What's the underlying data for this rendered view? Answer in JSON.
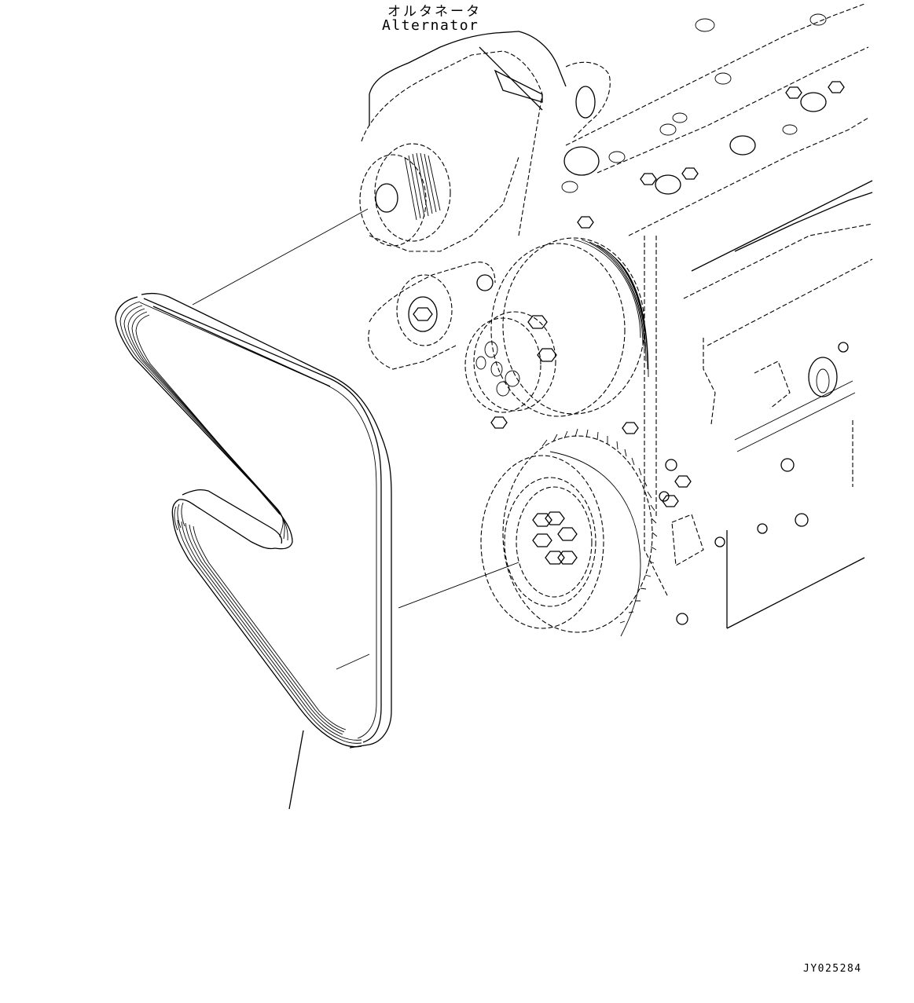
{
  "diagram": {
    "type": "exploded parts illustration (line drawing)",
    "subject": "Engine front with poly-V drive belt routing",
    "callouts": {
      "alternator": {
        "label_jp": "オルタネータ",
        "label_en": "Alternator"
      }
    },
    "parts": [
      {
        "id": "drive-belt",
        "description": "Poly-V (6-rib) fan/alternator drive belt, shown removed"
      },
      {
        "id": "alternator",
        "description": "Alternator with ribbed pulley, upper left"
      },
      {
        "id": "belt-tensioner",
        "description": "Auto tensioner with idler pulley"
      },
      {
        "id": "idler-pulley",
        "description": "Small idler pulley with lightening holes"
      },
      {
        "id": "water-pump-pulley",
        "description": "Large ribbed fan/water-pump pulley"
      },
      {
        "id": "crankshaft-damper",
        "description": "Crankshaft pulley/damper with toothed tone ring and 6 bolts"
      },
      {
        "id": "engine-block",
        "description": "Cylinder head and block, right side"
      }
    ],
    "leader_lines": 3,
    "figure_id": "JY025284"
  },
  "colors": {
    "background": "#ffffff",
    "line": "#000000"
  }
}
